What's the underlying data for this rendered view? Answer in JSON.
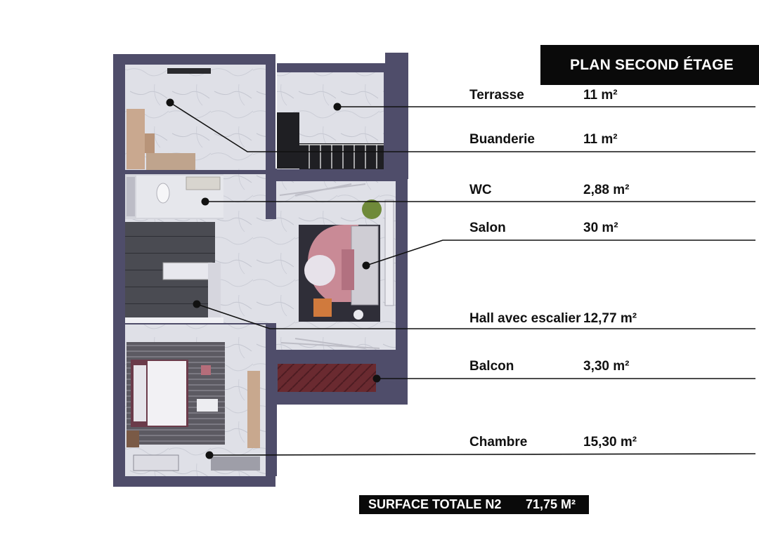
{
  "header": {
    "title": "PLAN SECOND ÉTAGE"
  },
  "rooms": [
    {
      "name": "Terrasse",
      "area": "11 m²"
    },
    {
      "name": "Buanderie",
      "area": "11 m²"
    },
    {
      "name": "WC",
      "area": "2,88 m²"
    },
    {
      "name": "Salon",
      "area": "30 m²"
    },
    {
      "name": "Hall avec escalier",
      "area": "12,77 m²"
    },
    {
      "name": "Balcon",
      "area": "3,30 m²"
    },
    {
      "name": "Chambre",
      "area": "15,30 m²"
    }
  ],
  "total": {
    "label": "SURFACE TOTALE N2",
    "value": "71,75 M²"
  },
  "colors": {
    "wall": "#4f4d6a",
    "floor": "#dcdde4",
    "accent": "#0a0a0a",
    "rug": "#c98a96",
    "balcony": "#6e2a2f"
  }
}
